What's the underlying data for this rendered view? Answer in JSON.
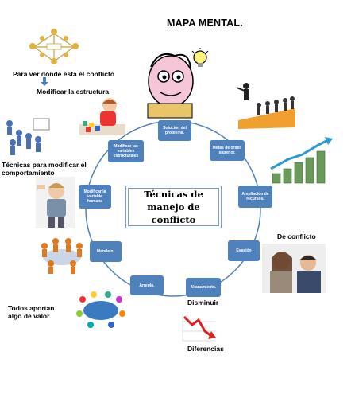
{
  "title": "MAPA MENTAL.",
  "center": {
    "line1": "Técnicas de",
    "line2": "manejo de",
    "line3": "conflicto"
  },
  "nodes": [
    {
      "id": "solucion",
      "text": "Solución del problema."
    },
    {
      "id": "metas",
      "text": "Metas de orden superior."
    },
    {
      "id": "ampliacion",
      "text": "Ampliación de recursos."
    },
    {
      "id": "evasion",
      "text": "Evasión"
    },
    {
      "id": "allanamiento",
      "text": "Allanamiento."
    },
    {
      "id": "arreglo",
      "text": "Arreglo."
    },
    {
      "id": "mandato",
      "text": "Mandato."
    },
    {
      "id": "humana",
      "text": "Modificar la variable humana"
    },
    {
      "id": "estructurales",
      "text": "Modificar las variables estructurales"
    }
  ],
  "labels": {
    "para_ver": "Para ver dónde está el conflicto",
    "modificar_estructura": "Modificar la estructura",
    "tecnicas_line1": "Técnicas para modificar el",
    "tecnicas_line2": "comportamiento",
    "de_conflicto": "De conflicto",
    "disminuir": "Disminuir",
    "diferencias": "Diferencias",
    "todos_line1": "Todos aportan",
    "todos_line2": "algo de valor"
  },
  "colors": {
    "node_fill": "#4f81bd",
    "ring": "#4f81bd",
    "center_border": "#7a9cc6"
  }
}
